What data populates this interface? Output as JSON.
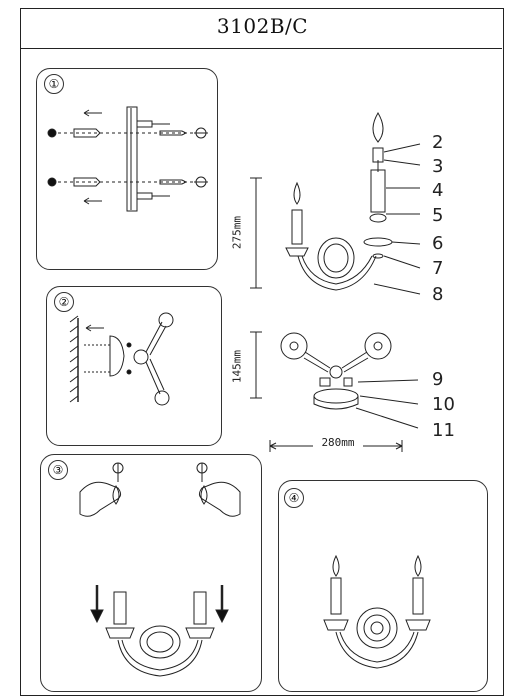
{
  "title": "3102B/C",
  "steps": [
    "①",
    "②",
    "③",
    "④"
  ],
  "callouts": [
    "2",
    "3",
    "4",
    "5",
    "6",
    "7",
    "8",
    "9",
    "10",
    "11"
  ],
  "dimensions": {
    "height_side": "275mm",
    "height_top": "145mm",
    "width": "280mm"
  }
}
